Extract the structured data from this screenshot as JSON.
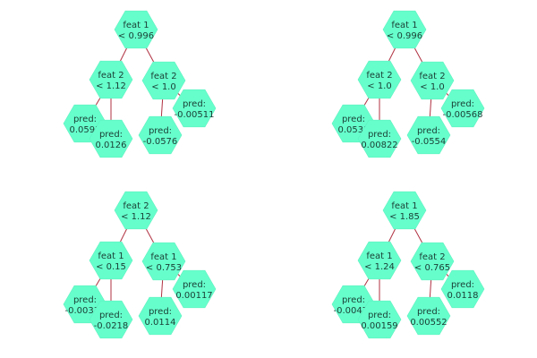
{
  "trees": [
    {
      "nodes": [
        {
          "id": "t1-root",
          "lines": [
            "feat 1",
            "< 0.996"
          ]
        },
        {
          "id": "t1-left",
          "lines": [
            "feat 2",
            "< 1.12"
          ]
        },
        {
          "id": "t1-right",
          "lines": [
            "feat 2",
            "< 1.0"
          ]
        },
        {
          "id": "t1-ll",
          "lines": [
            "pred:",
            "0.0597"
          ]
        },
        {
          "id": "t1-lr",
          "lines": [
            "pred:",
            "0.0126"
          ]
        },
        {
          "id": "t1-rl",
          "lines": [
            "pred:",
            "-0.0576"
          ]
        },
        {
          "id": "t1-rr",
          "lines": [
            "pred:",
            "-0.00511"
          ]
        }
      ],
      "edges": [
        [
          "t1-root",
          "t1-left"
        ],
        [
          "t1-root",
          "t1-right"
        ],
        [
          "t1-left",
          "t1-ll"
        ],
        [
          "t1-left",
          "t1-lr"
        ],
        [
          "t1-right",
          "t1-rl"
        ],
        [
          "t1-right",
          "t1-rr"
        ]
      ]
    },
    {
      "nodes": [
        {
          "id": "t2-root",
          "lines": [
            "feat 1",
            "< 0.996"
          ]
        },
        {
          "id": "t2-left",
          "lines": [
            "feat 2",
            "< 1.0"
          ]
        },
        {
          "id": "t2-right",
          "lines": [
            "feat 2",
            "< 1.0"
          ]
        },
        {
          "id": "t2-ll",
          "lines": [
            "pred:",
            "0.0535"
          ]
        },
        {
          "id": "t2-lr",
          "lines": [
            "pred:",
            "0.00822"
          ]
        },
        {
          "id": "t2-rl",
          "lines": [
            "pred:",
            "-0.0554"
          ]
        },
        {
          "id": "t2-rr",
          "lines": [
            "pred:",
            "-0.00568"
          ]
        }
      ],
      "edges": [
        [
          "t2-root",
          "t2-left"
        ],
        [
          "t2-root",
          "t2-right"
        ],
        [
          "t2-left",
          "t2-ll"
        ],
        [
          "t2-left",
          "t2-lr"
        ],
        [
          "t2-right",
          "t2-rl"
        ],
        [
          "t2-right",
          "t2-rr"
        ]
      ]
    },
    {
      "nodes": [
        {
          "id": "t3-root",
          "lines": [
            "feat 2",
            "< 1.12"
          ]
        },
        {
          "id": "t3-left",
          "lines": [
            "feat 1",
            "< 0.15"
          ]
        },
        {
          "id": "t3-right",
          "lines": [
            "feat 1",
            "< 0.753"
          ]
        },
        {
          "id": "t3-ll",
          "lines": [
            "pred:",
            "-0.00332"
          ]
        },
        {
          "id": "t3-lr",
          "lines": [
            "pred:",
            "-0.0218"
          ]
        },
        {
          "id": "t3-rl",
          "lines": [
            "pred:",
            "0.0114"
          ]
        },
        {
          "id": "t3-rr",
          "lines": [
            "pred:",
            "0.00117"
          ]
        }
      ],
      "edges": [
        [
          "t3-root",
          "t3-left"
        ],
        [
          "t3-root",
          "t3-right"
        ],
        [
          "t3-left",
          "t3-ll"
        ],
        [
          "t3-left",
          "t3-lr"
        ],
        [
          "t3-right",
          "t3-rl"
        ],
        [
          "t3-right",
          "t3-rr"
        ]
      ]
    },
    {
      "nodes": [
        {
          "id": "t4-root",
          "lines": [
            "feat 1",
            "< 1.85"
          ]
        },
        {
          "id": "t4-left",
          "lines": [
            "feat 1",
            "< 1.24"
          ]
        },
        {
          "id": "t4-right",
          "lines": [
            "feat 2",
            "< 0.765"
          ]
        },
        {
          "id": "t4-ll",
          "lines": [
            "pred:",
            "-0.00478"
          ]
        },
        {
          "id": "t4-lr",
          "lines": [
            "pred:",
            "0.00159"
          ]
        },
        {
          "id": "t4-rl",
          "lines": [
            "pred:",
            "0.00552"
          ]
        },
        {
          "id": "t4-rr",
          "lines": [
            "pred:",
            "0.0118"
          ]
        }
      ],
      "edges": [
        [
          "t4-root",
          "t4-left"
        ],
        [
          "t4-root",
          "t4-right"
        ],
        [
          "t4-left",
          "t4-ll"
        ],
        [
          "t4-left",
          "t4-lr"
        ],
        [
          "t4-right",
          "t4-rl"
        ],
        [
          "t4-right",
          "t4-rr"
        ]
      ]
    }
  ],
  "colors": {
    "node_fill": "#66ffcc",
    "edge": "#b03040",
    "text": "#1a3d34",
    "background": "#ffffff"
  }
}
